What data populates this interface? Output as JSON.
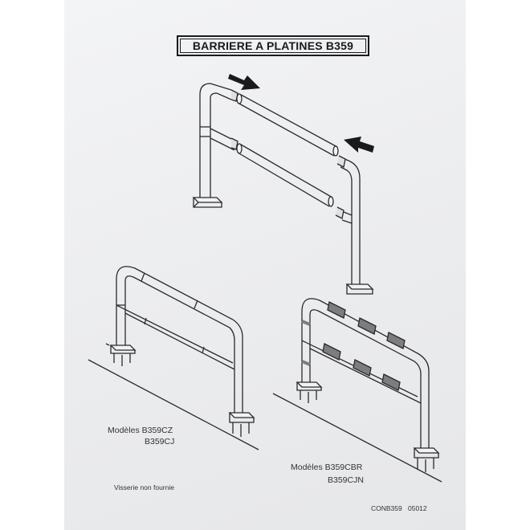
{
  "document": {
    "title": "BARRIERE A PLATINES B359",
    "model_group_1": {
      "line1": "Modèles B359CZ",
      "line2": "B359CJ"
    },
    "model_group_2": {
      "line1": "Modèles B359CBR",
      "line2": "B359CJN"
    },
    "note": "Visserie non fournie",
    "code": "CONB359",
    "revision": "05012"
  },
  "icons": [
    "arrow-right-icon",
    "arrow-left-icon"
  ],
  "colors": {
    "ink": "#2a2a2a",
    "tube_fill": "#f2f3f5",
    "stripe": "#7d7d7d",
    "paper": "#eceded"
  }
}
